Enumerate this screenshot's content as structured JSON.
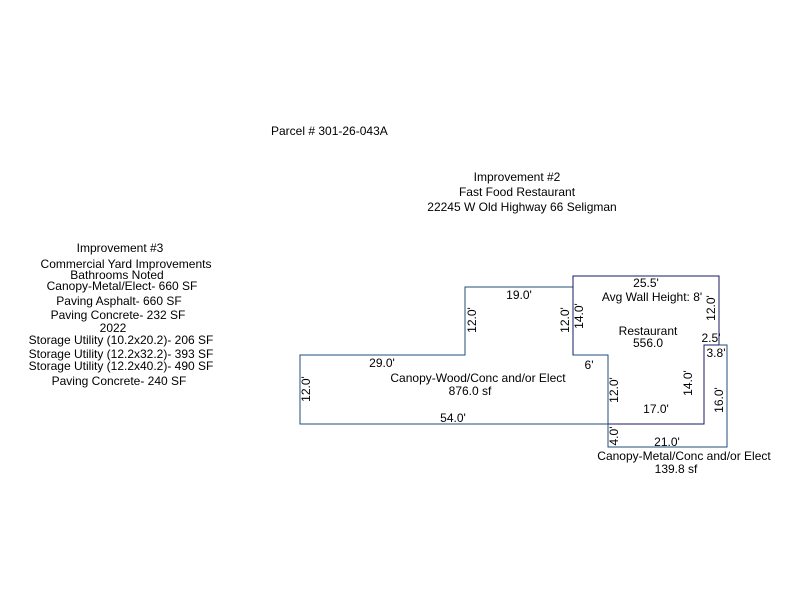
{
  "parcel": "Parcel # 301-26-043A",
  "improvement2": {
    "title": "Improvement #2",
    "name": "Fast Food Restaurant",
    "address": "22245 W Old Highway 66 Seligman"
  },
  "improvement3": {
    "title": "Improvement #3",
    "lines": [
      "Commercial Yard Improvements",
      "Bathrooms Noted",
      "Canopy-Metal/Elect- 660 SF",
      "Paving Asphalt-  660  SF",
      "Paving Concrete-  232   SF",
      "2022",
      "Storage Utility (10.2x20.2)- 206  SF",
      "Storage Utility (12.2x32.2)- 393  SF",
      "Storage Utility (12.2x40.2)- 490  SF",
      "Paving Concrete-  240  SF"
    ]
  },
  "areas": {
    "canopy_wood_name": "Canopy-Wood/Conc and/or Elect",
    "canopy_wood_area": "876.0 sf",
    "restaurant_name": "Restaurant",
    "restaurant_area": "556.0",
    "wall_height": "Avg Wall Height: 8'",
    "canopy_metal_name": "Canopy-Metal/Conc and/or Elect",
    "canopy_metal_area": "139.8 sf"
  },
  "dimensions": {
    "d19": "19.0'",
    "d255": "25.5'",
    "d12a": "12.0'",
    "d12b": "12.0'",
    "d14a": "14.0'",
    "d12c": "12.0'",
    "d25": "2.5'",
    "d38": "3.8'",
    "d29": "29.0'",
    "d6": "6'",
    "d12left": "12.0'",
    "d12d": "12.0'",
    "d14b": "14.0'",
    "d16": "16.0'",
    "d17": "17.0'",
    "d54": "54.0'",
    "d4": "4.0'",
    "d21": "21.0'"
  },
  "colors": {
    "canopy_line": "#1f4e79",
    "building_line": "#1a1a66"
  }
}
